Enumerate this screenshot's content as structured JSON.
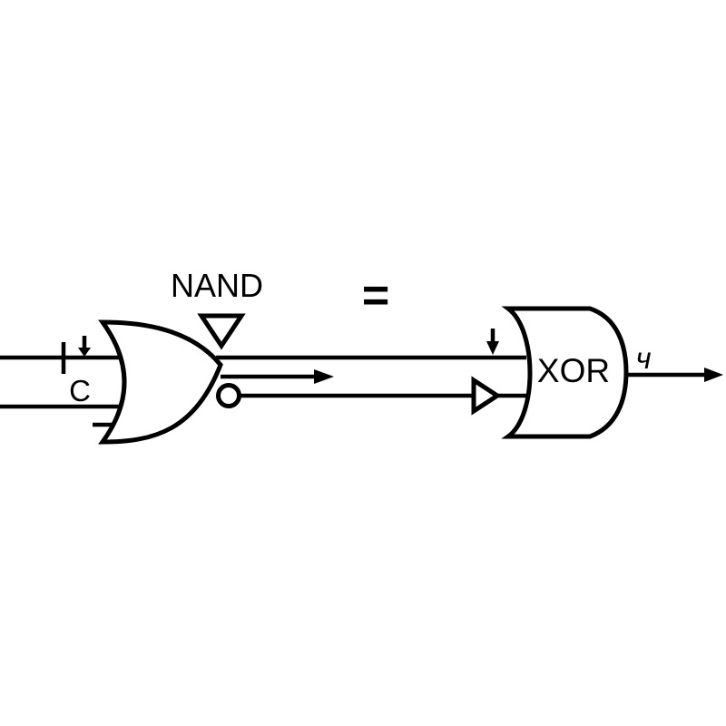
{
  "diagram": {
    "description": "logic-gate equivalence schematic",
    "colors": {
      "background": "#ffffff",
      "ink": "#000000"
    },
    "left_gate": {
      "label": "NAND",
      "clock_input_label": "C"
    },
    "equals_sign": "=",
    "right_gate": {
      "label": "XOR",
      "output_label": "ч"
    },
    "icons": {
      "nand_pointer": "open-triangle-down-icon",
      "strobe_tick": "vertical-tick-icon",
      "edge_arrow_left": "small-down-arrow-icon",
      "edge_arrow_right": "small-down-arrow-icon",
      "inversion_bubble": "open-circle-icon",
      "signal_flow_arrow": "solid-right-arrow-icon",
      "buffer": "open-triangle-right-icon",
      "output_arrow": "solid-right-arrow-icon"
    }
  }
}
